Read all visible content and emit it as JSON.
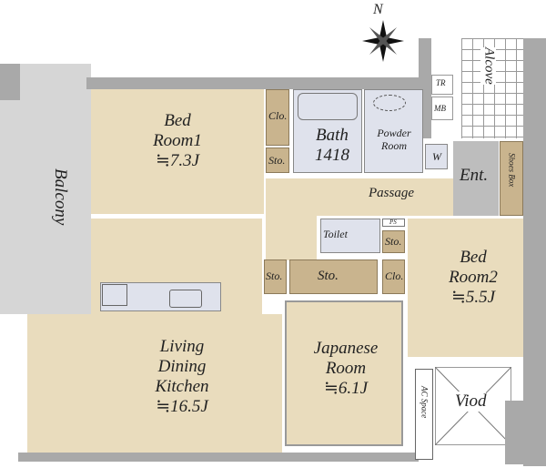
{
  "compass": {
    "north_label": "N"
  },
  "rooms": {
    "bedroom1": {
      "name": "Bed",
      "name2": "Room1",
      "size": "≒7.3J"
    },
    "bedroom2": {
      "name": "Bed",
      "name2": "Room2",
      "size": "≒5.5J"
    },
    "ldk": {
      "l1": "Living",
      "l2": "Dining",
      "l3": "Kitchen",
      "size": "≒16.5J"
    },
    "japanese": {
      "name": "Japanese",
      "name2": "Room",
      "size": "≒6.1J"
    },
    "bath": {
      "name": "Bath",
      "size": "1418"
    },
    "powder": {
      "name": "Powder",
      "name2": "Room"
    },
    "passage": "Passage",
    "entrance": "Ent.",
    "shoes_box": "Shoes Box",
    "toilet": "Toilet",
    "balcony": "Balcony",
    "alcove": "Alcove",
    "void": "Viod",
    "ac_space": "AC Space",
    "closet": "Clo.",
    "storage": "Sto.",
    "washer": "W",
    "ps": "PS",
    "tr": "TR",
    "mb": "MB"
  }
}
